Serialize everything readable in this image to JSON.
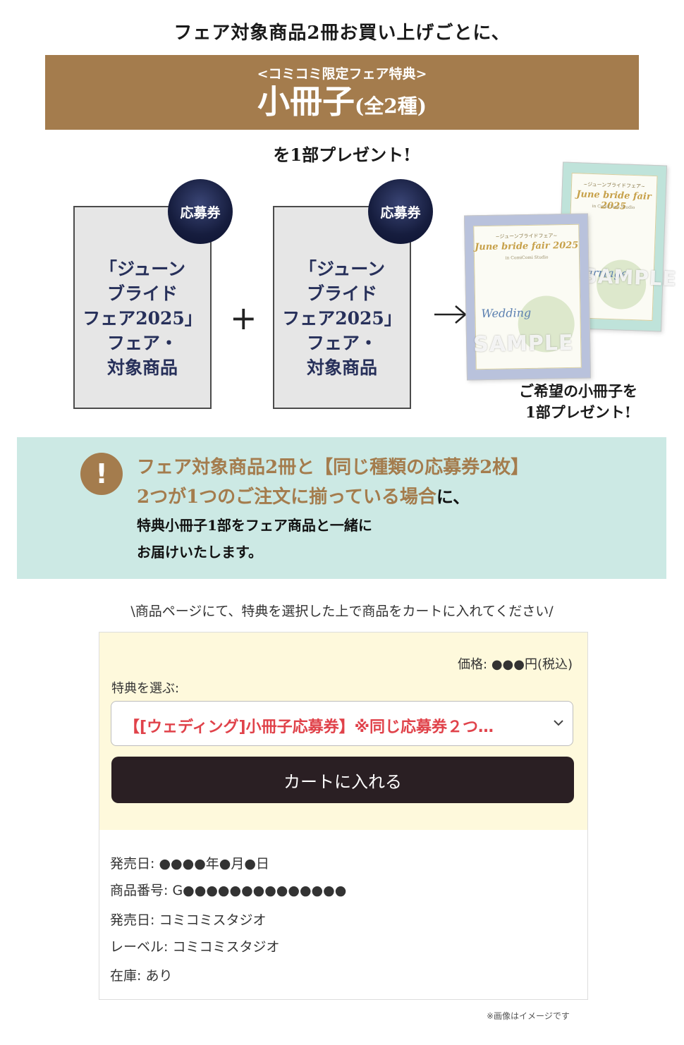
{
  "header": {
    "intro": "フェア対象商品2冊お買い上げごとに、",
    "banner_subtitle": "<コミコミ限定フェア特典>",
    "banner_title": "小冊子",
    "banner_title_count": "(全2種)",
    "present_text": "を1部プレゼント!"
  },
  "tickets": [
    {
      "badge": "応募券",
      "lines": [
        "「ジューン",
        "ブライド",
        "フェア2025」",
        "フェア・",
        "対象商品"
      ]
    },
    {
      "badge": "応募券",
      "lines": [
        "「ジューン",
        "ブライド",
        "フェア2025」",
        "フェア・",
        "対象商品"
      ]
    }
  ],
  "operators": {
    "plus": "+"
  },
  "booklets": {
    "series": "~ジューンブライドフェア~",
    "title": "June bride fair 2025",
    "studio": "in ComiComi Studio",
    "front_script": "Wedding",
    "back_script": "Marriage",
    "watermark": "SAMPLE",
    "caption_lines": [
      "ご希望の小冊子を",
      "1部プレゼント!"
    ]
  },
  "notice": {
    "icon": "!",
    "line1": "フェア対象商品2冊と【同じ種類の応募券2枚】",
    "line2_gold": "2つが1つのご注文に揃っている場合",
    "line2_black": "に、",
    "line3": "特典小冊子1部をフェア商品と一緒に",
    "line4": "お届けいたします。"
  },
  "instruction": "\\商品ページにて、特典を選択した上で商品をカートに入れてください/",
  "product": {
    "price_label": "価格:",
    "price_value": "●●●円(税込)",
    "select_label": "特典を選ぶ:",
    "select_value": "【[ウェディング]小冊子応募券】※同じ応募券２つ…",
    "cart_button": "カートに入れる",
    "info": [
      {
        "label": "発売日:",
        "value": "●●●●年●月●日"
      },
      {
        "label": "商品番号:",
        "value": "G●●●●●●●●●●●●●●"
      },
      {
        "label": "発売日:",
        "value": "コミコミスタジオ"
      },
      {
        "label": "レーベル:",
        "value": "コミコミスタジオ"
      },
      {
        "label": "在庫:",
        "value": "あり"
      }
    ]
  },
  "disclaimer": "※画像はイメージです",
  "colors": {
    "gold": "#a47c4d",
    "navy": "#27305a",
    "notice_bg": "#cce9e4",
    "product_bg": "#fef9dc",
    "select_text": "#e0424a",
    "button_bg": "#2a1f23"
  }
}
